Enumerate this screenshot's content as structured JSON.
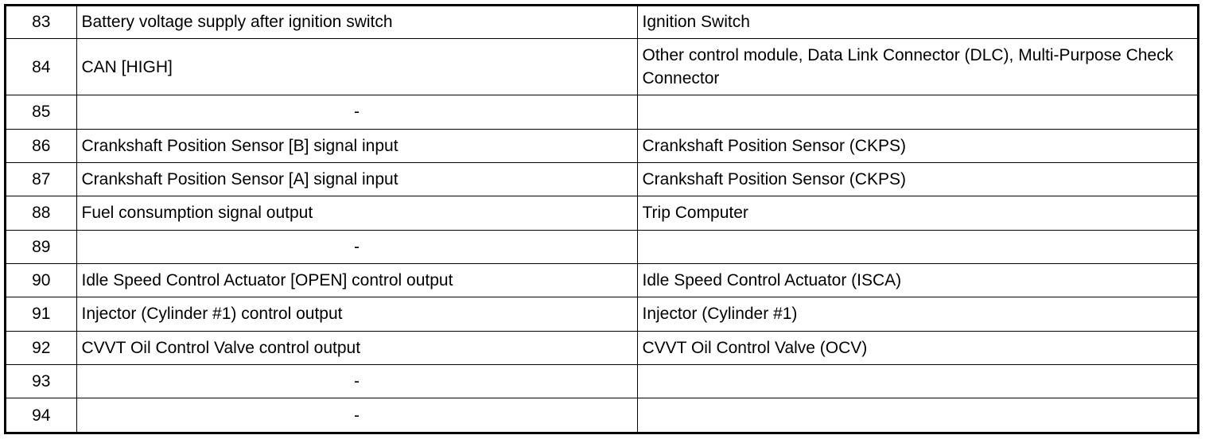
{
  "rows": [
    {
      "pin": "83",
      "description": "Battery voltage supply after ignition switch",
      "connection": "Ignition Switch"
    },
    {
      "pin": "84",
      "description": "CAN [HIGH]",
      "connection": "Other control module, Data Link Connector (DLC), Multi-Purpose Check Connector"
    },
    {
      "pin": "85",
      "description": "-",
      "connection": ""
    },
    {
      "pin": "86",
      "description": "Crankshaft Position Sensor [B] signal input",
      "connection": "Crankshaft Position Sensor (CKPS)"
    },
    {
      "pin": "87",
      "description": "Crankshaft Position Sensor [A] signal input",
      "connection": "Crankshaft Position Sensor (CKPS)"
    },
    {
      "pin": "88",
      "description": "Fuel consumption signal output",
      "connection": "Trip Computer"
    },
    {
      "pin": "89",
      "description": "-",
      "connection": ""
    },
    {
      "pin": "90",
      "description": "Idle Speed Control Actuator [OPEN] control output",
      "connection": "Idle Speed Control Actuator (ISCA)"
    },
    {
      "pin": "91",
      "description": "Injector (Cylinder #1) control output",
      "connection": "Injector (Cylinder #1)"
    },
    {
      "pin": "92",
      "description": "CVVT Oil Control Valve control output",
      "connection": "CVVT Oil Control Valve (OCV)"
    },
    {
      "pin": "93",
      "description": "-",
      "connection": ""
    },
    {
      "pin": "94",
      "description": "-",
      "connection": ""
    }
  ]
}
